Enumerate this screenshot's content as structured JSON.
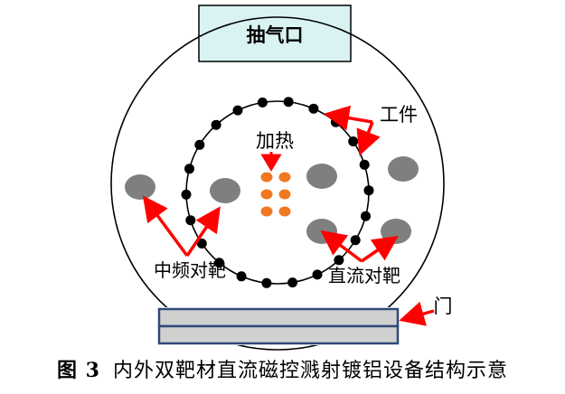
{
  "labels": {
    "exhaust_port": "抽气口",
    "workpiece": "工件",
    "heating": "加热",
    "mf_target": "中频对靶",
    "dc_target": "直流对靶",
    "door": "门"
  },
  "caption": {
    "figure_number": "图 3",
    "text": "内外双靶材直流磁控溅射镀铝设备结构示意"
  },
  "colors": {
    "arrow": "#ff0000",
    "port_fill": "#d9f2f2",
    "target_fill": "#7f7f7f",
    "heater_fill": "#f07820",
    "door_fill": "#d0d0d0",
    "door_border": "#2e4a7a",
    "workpiece_dot": "#000000"
  }
}
